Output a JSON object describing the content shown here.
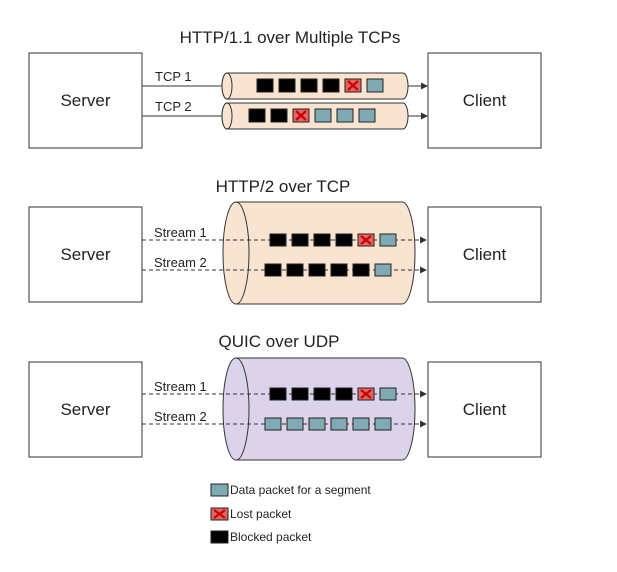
{
  "colors": {
    "data_packet": "#7fa9b3",
    "lost_packet": "#e06666",
    "lost_mark": "#cc0000",
    "blocked_packet": "#000000",
    "tcp_pipe": "#f8e4d0",
    "quic_pipe": "#dcd3ea",
    "stroke": "#333333"
  },
  "sections": [
    {
      "title": "HTTP/1.1 over Multiple TCPs",
      "server_label": "Server",
      "client_label": "Client",
      "transport": "tcp-pipes",
      "links": [
        {
          "label": "TCP 1",
          "packets": [
            "blocked",
            "blocked",
            "blocked",
            "blocked",
            "lost",
            "data"
          ]
        },
        {
          "label": "TCP 2",
          "packets": [
            "blocked",
            "blocked",
            "lost",
            "data",
            "data",
            "data"
          ]
        }
      ]
    },
    {
      "title": "HTTP/2 over TCP",
      "server_label": "Server",
      "client_label": "Client",
      "transport": "tcp-cylinder",
      "links": [
        {
          "label": "Stream 1",
          "packets": [
            "blocked",
            "blocked",
            "blocked",
            "blocked",
            "lost",
            "data"
          ]
        },
        {
          "label": "Stream 2",
          "packets": [
            "blocked",
            "blocked",
            "blocked",
            "blocked",
            "blocked",
            "data"
          ]
        }
      ]
    },
    {
      "title": "QUIC over UDP",
      "server_label": "Server",
      "client_label": "Client",
      "transport": "udp-cylinder",
      "links": [
        {
          "label": "Stream 1",
          "packets": [
            "blocked",
            "blocked",
            "blocked",
            "blocked",
            "lost",
            "data"
          ]
        },
        {
          "label": "Stream 2",
          "packets": [
            "data",
            "data",
            "data",
            "data",
            "data",
            "data"
          ]
        }
      ]
    }
  ],
  "legend": [
    {
      "type": "data",
      "label": "Data packet for a segment"
    },
    {
      "type": "lost",
      "label": "Lost packet"
    },
    {
      "type": "blocked",
      "label": "Blocked packet"
    }
  ]
}
